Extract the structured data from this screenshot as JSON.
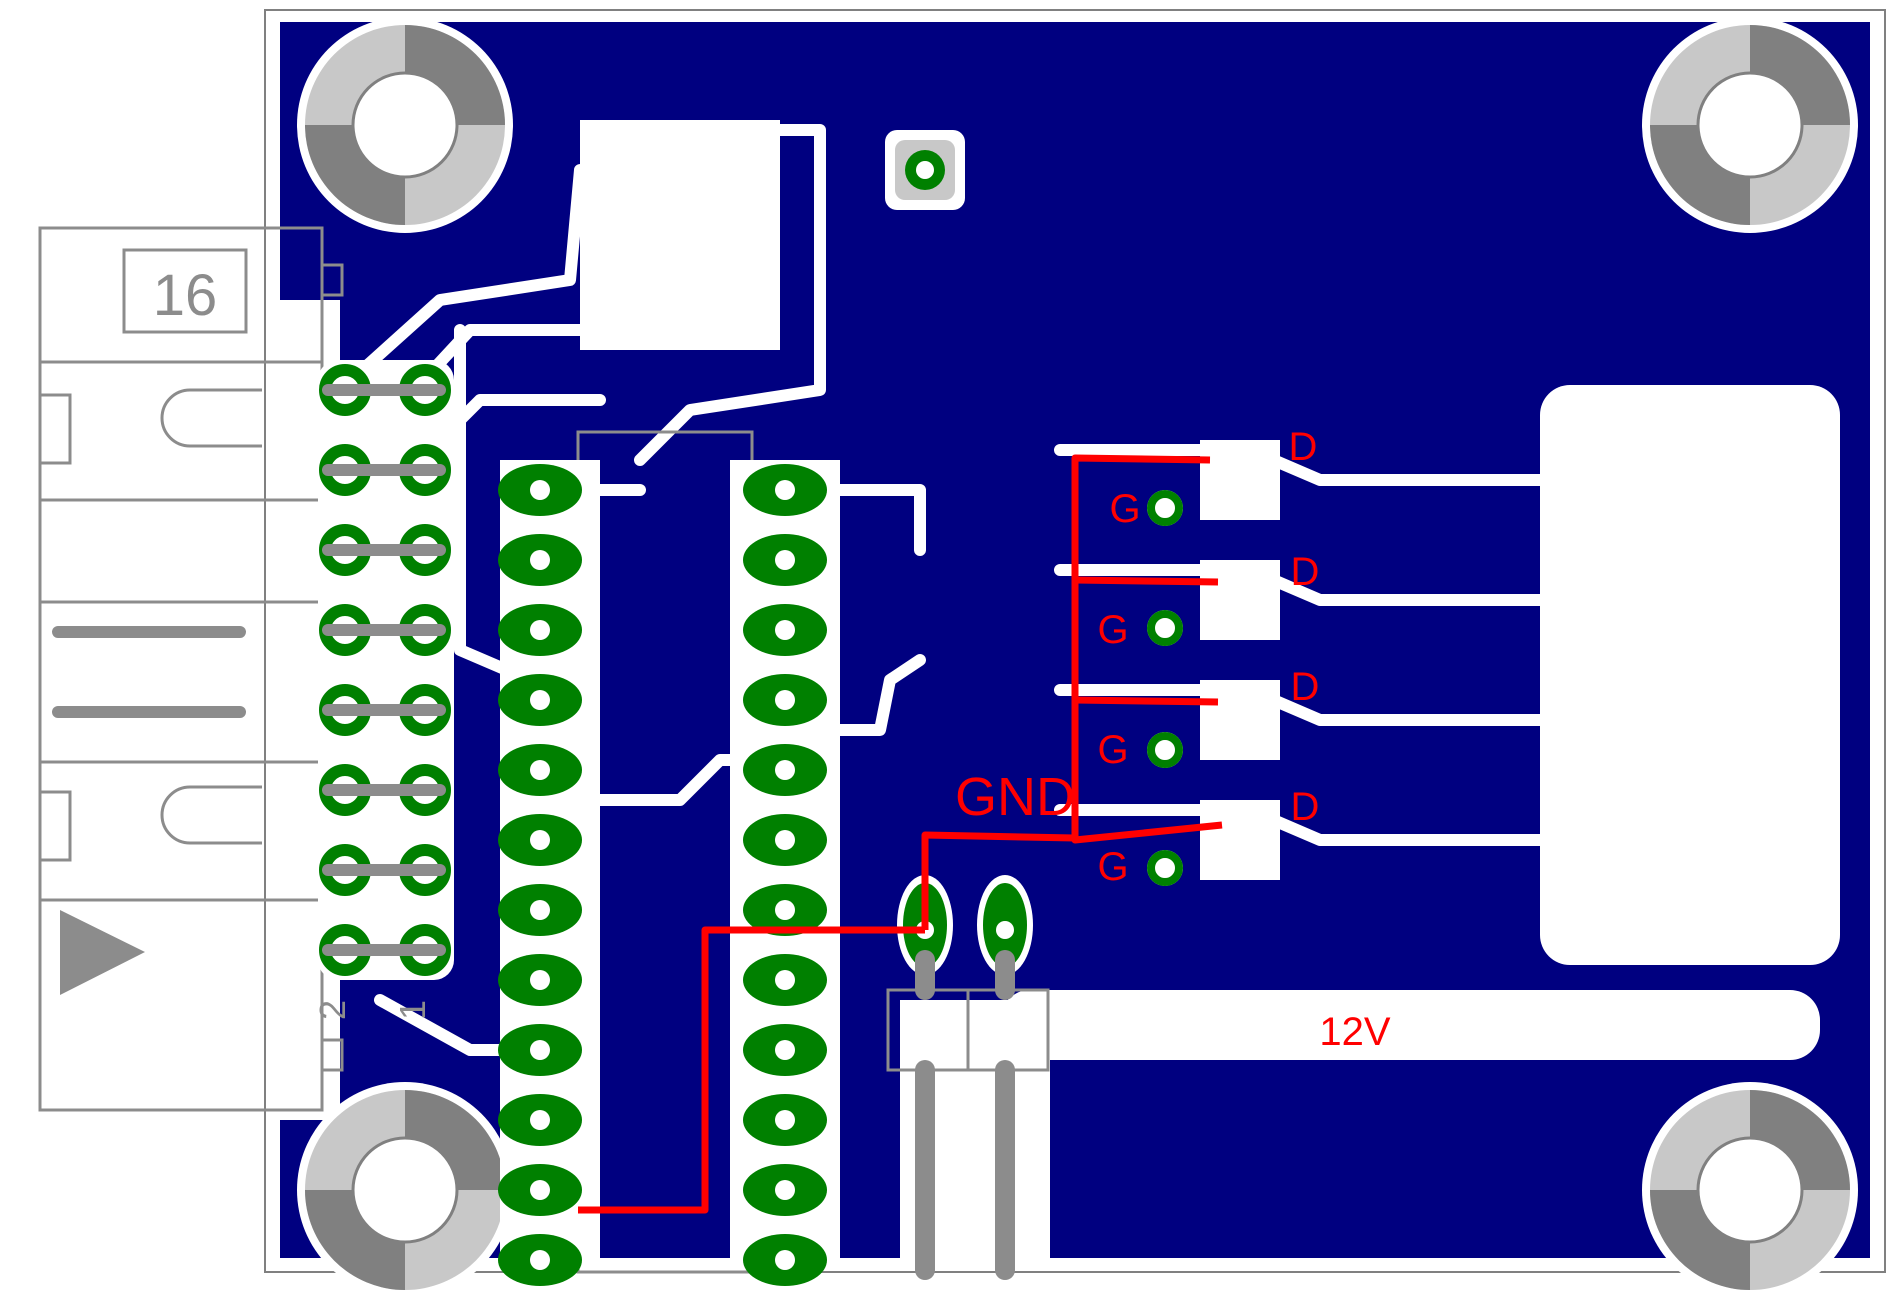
{
  "connector": {
    "pin_count_label": "16",
    "pin1_label": "1",
    "pin2_label": "2"
  },
  "annotations": {
    "gnd": "GND",
    "power": "12V",
    "mosfets": [
      {
        "drain": "D",
        "gate": "G"
      },
      {
        "drain": "D",
        "gate": "G"
      },
      {
        "drain": "D",
        "gate": "G"
      },
      {
        "drain": "D",
        "gate": "G"
      }
    ]
  },
  "colors": {
    "copper_fill": "#000080",
    "clearance": "#ffffff",
    "pad": "#008000",
    "silkscreen": "#8c8c8c",
    "wire": "#ff0000",
    "board_outline": "#808080"
  }
}
